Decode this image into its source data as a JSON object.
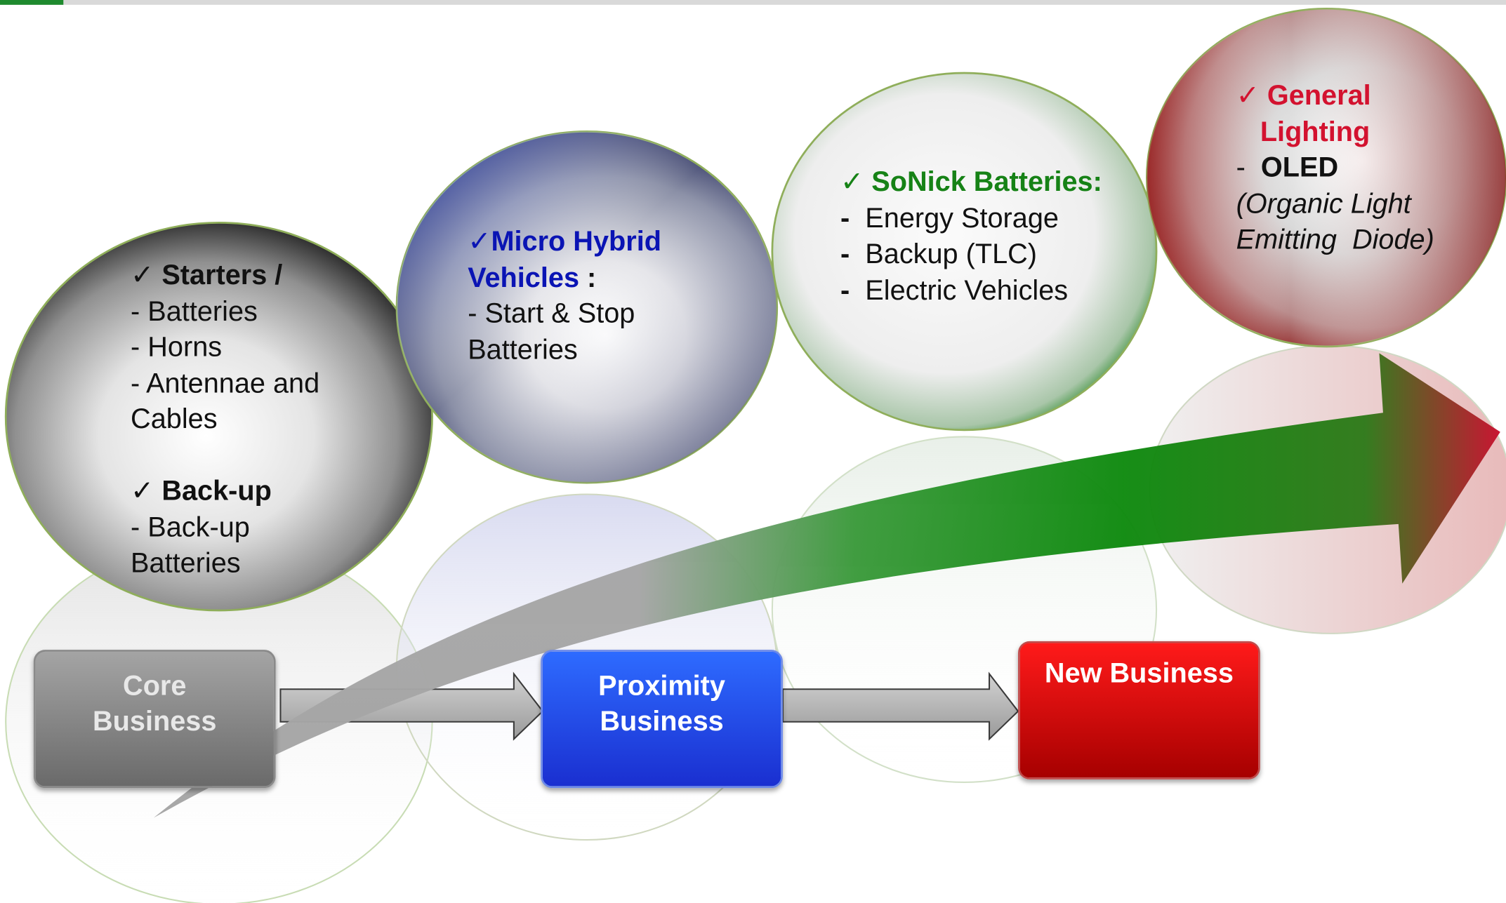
{
  "colors": {
    "core": "#8a8a8a",
    "proximity": "#2a55f0",
    "new_business": "#d40000",
    "growth_arrow": "#0f8a0f",
    "micro_hybrid_title": "#0a14b4",
    "sonick_title": "#168216",
    "lighting_title": "#d3122f"
  },
  "bubbles": {
    "core": {
      "starters_title": "Starters /",
      "items": [
        "- Batteries",
        "- Horns",
        "- Antennae and",
        "Cables"
      ],
      "backup_title": "Back-up",
      "backup_items": [
        "- Back-up",
        "Batteries"
      ]
    },
    "proximity": {
      "title_line1": "Micro Hybrid",
      "title_line2": "Vehicles",
      "title_suffix": " :",
      "items": [
        "- Start & Stop",
        "Batteries"
      ]
    },
    "sonick": {
      "title": "SoNick Batteries:",
      "items": [
        "Energy Storage",
        "Backup (TLC)",
        "Electric Vehicles"
      ]
    },
    "lighting": {
      "title_line1": "General",
      "title_line2": "Lighting",
      "oled": "OLED",
      "oled_desc_line1": "(Organic Light",
      "oled_desc_line2": "Emitting  Diode)"
    }
  },
  "boxes": {
    "core_line1": "Core",
    "core_line2": "Business",
    "proximity_line1": "Proximity",
    "proximity_line2": "Business",
    "new_business": "New Business"
  },
  "glyphs": {
    "check": "✓",
    "dash": "-"
  }
}
